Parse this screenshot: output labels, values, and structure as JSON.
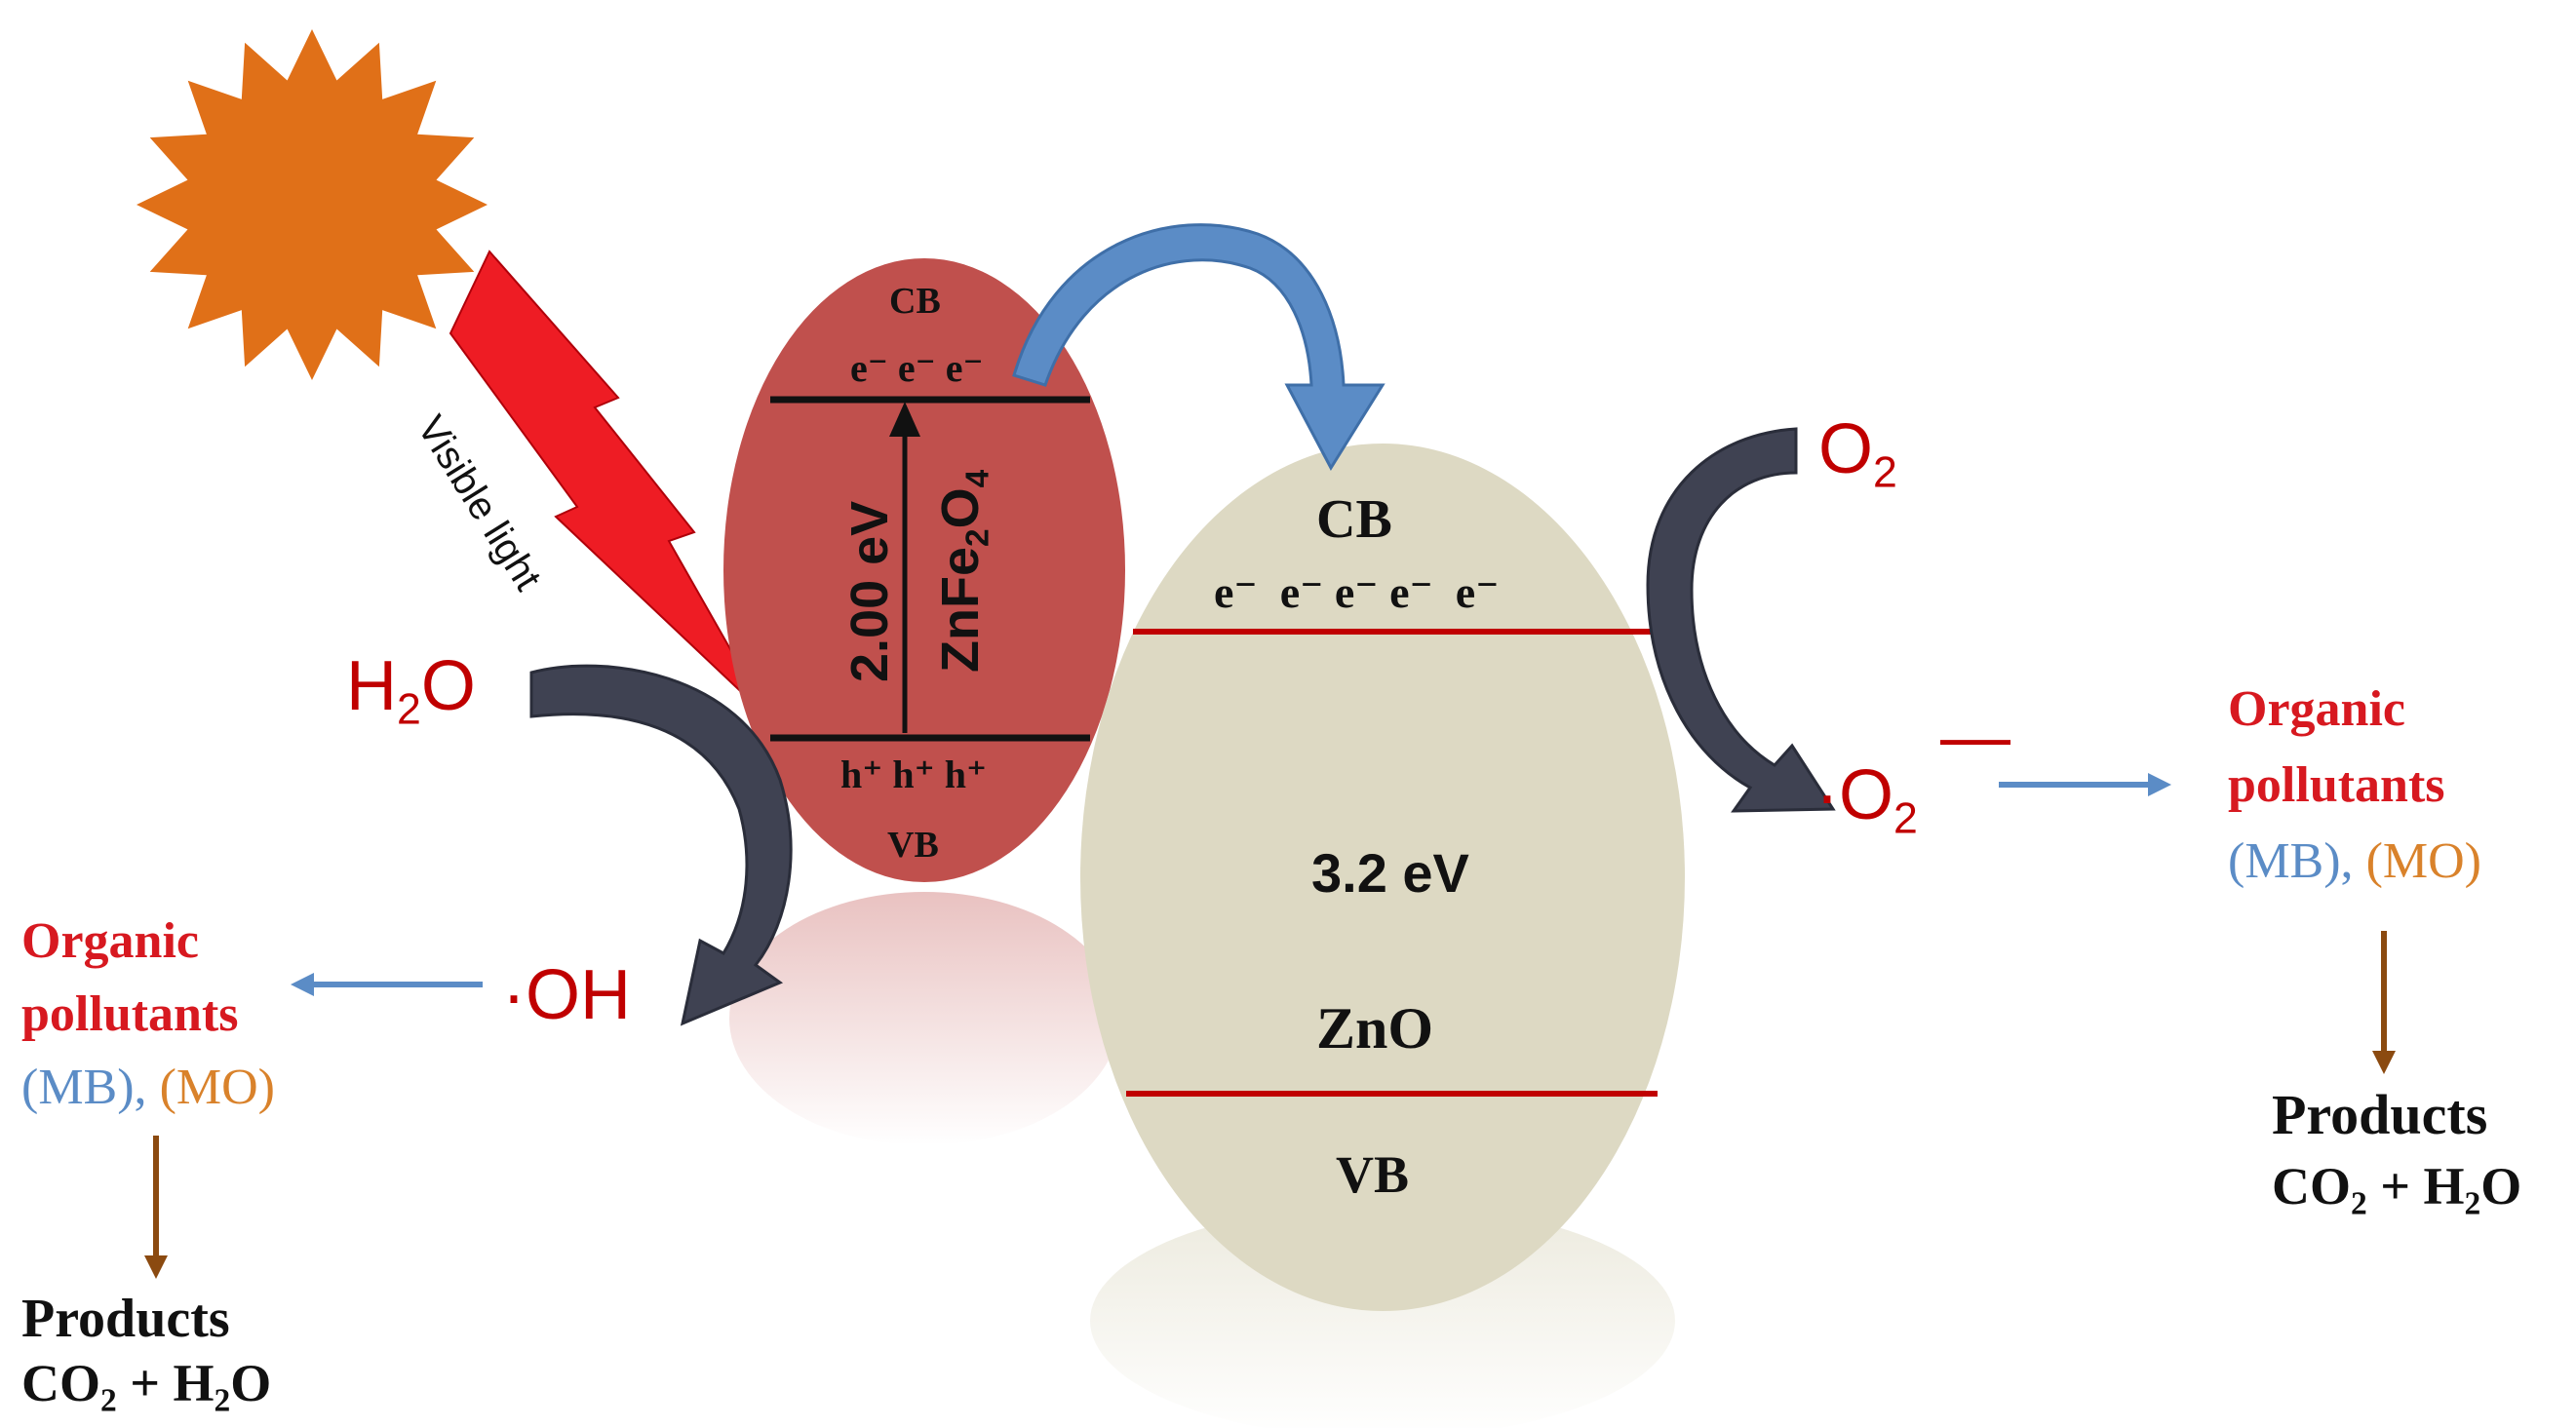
{
  "light": {
    "label": "Visible light"
  },
  "znfe2o4": {
    "cb": "CB",
    "vb": "VB",
    "electrons": "e⁻ e⁻ e⁻",
    "holes": "h⁺ h⁺ h⁺",
    "gap": "2.00 eV",
    "name_main": "ZnFe",
    "name_sub1": "2",
    "name_mid": "O",
    "name_sub2": "4"
  },
  "zno": {
    "cb": "CB",
    "vb": "VB",
    "electrons": "e⁻  e⁻ e⁻ e⁻  e⁻",
    "gap": "3.2 eV",
    "name": "ZnO"
  },
  "species": {
    "h2o_a": "H",
    "h2o_sub": "2",
    "h2o_b": "O",
    "oh": "·OH",
    "o2_a": "O",
    "o2_sub": "2",
    "superoxide_a": "·O",
    "superoxide_sub": "2",
    "superoxide_charge": "—"
  },
  "left_block": {
    "title1": "Organic",
    "title2": "pollutants",
    "mb": "(MB),",
    "mo": "(MO)",
    "products": "Products",
    "eq_a": "CO",
    "eq_sub1": "2",
    "eq_b": " + H",
    "eq_sub2": "2",
    "eq_c": "O"
  },
  "right_block": {
    "title1": "Organic",
    "title2": "pollutants",
    "mb": "(MB),",
    "mo": "(MO)",
    "products": "Products",
    "eq_a": "CO",
    "eq_sub1": "2",
    "eq_b": " + H",
    "eq_sub2": "2",
    "eq_c": "O"
  },
  "colors": {
    "sun": "#e07018",
    "bolt": "#ee1c24",
    "znfe2o4_fill": "#c0504d",
    "zno_fill": "#ddd9c3",
    "band_line_znfe": "#111111",
    "band_line_zno": "#c00000",
    "dark_arrow": "#4a4a3a",
    "blue_arrow": "#5b8cc6",
    "brown_arrow": "#8b4a10"
  }
}
